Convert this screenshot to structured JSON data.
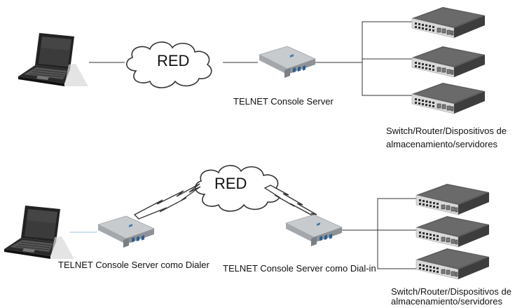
{
  "top": {
    "cloud_label": "RED",
    "server_label": "TELNET Console Server",
    "devices_label_line1": "Switch/Router/Dispositivos de",
    "devices_label_line2": "almacenamiento/servidores"
  },
  "bottom": {
    "cloud_label": "RED",
    "dialer_label": "TELNET Console Server como Dialer",
    "dialin_label": "TELNET Console Server como Dial-in",
    "devices_label_line1": "Switch/Router/Dispositivos de",
    "devices_label_line2": "almacenamiento/servidores"
  },
  "colors": {
    "switch_top": "#5a5a5a",
    "switch_front": "#3a3a3a",
    "cloud_stroke": "#333333",
    "console_body": "#b9bcc0",
    "dialer_link": "#9ec3d8"
  }
}
